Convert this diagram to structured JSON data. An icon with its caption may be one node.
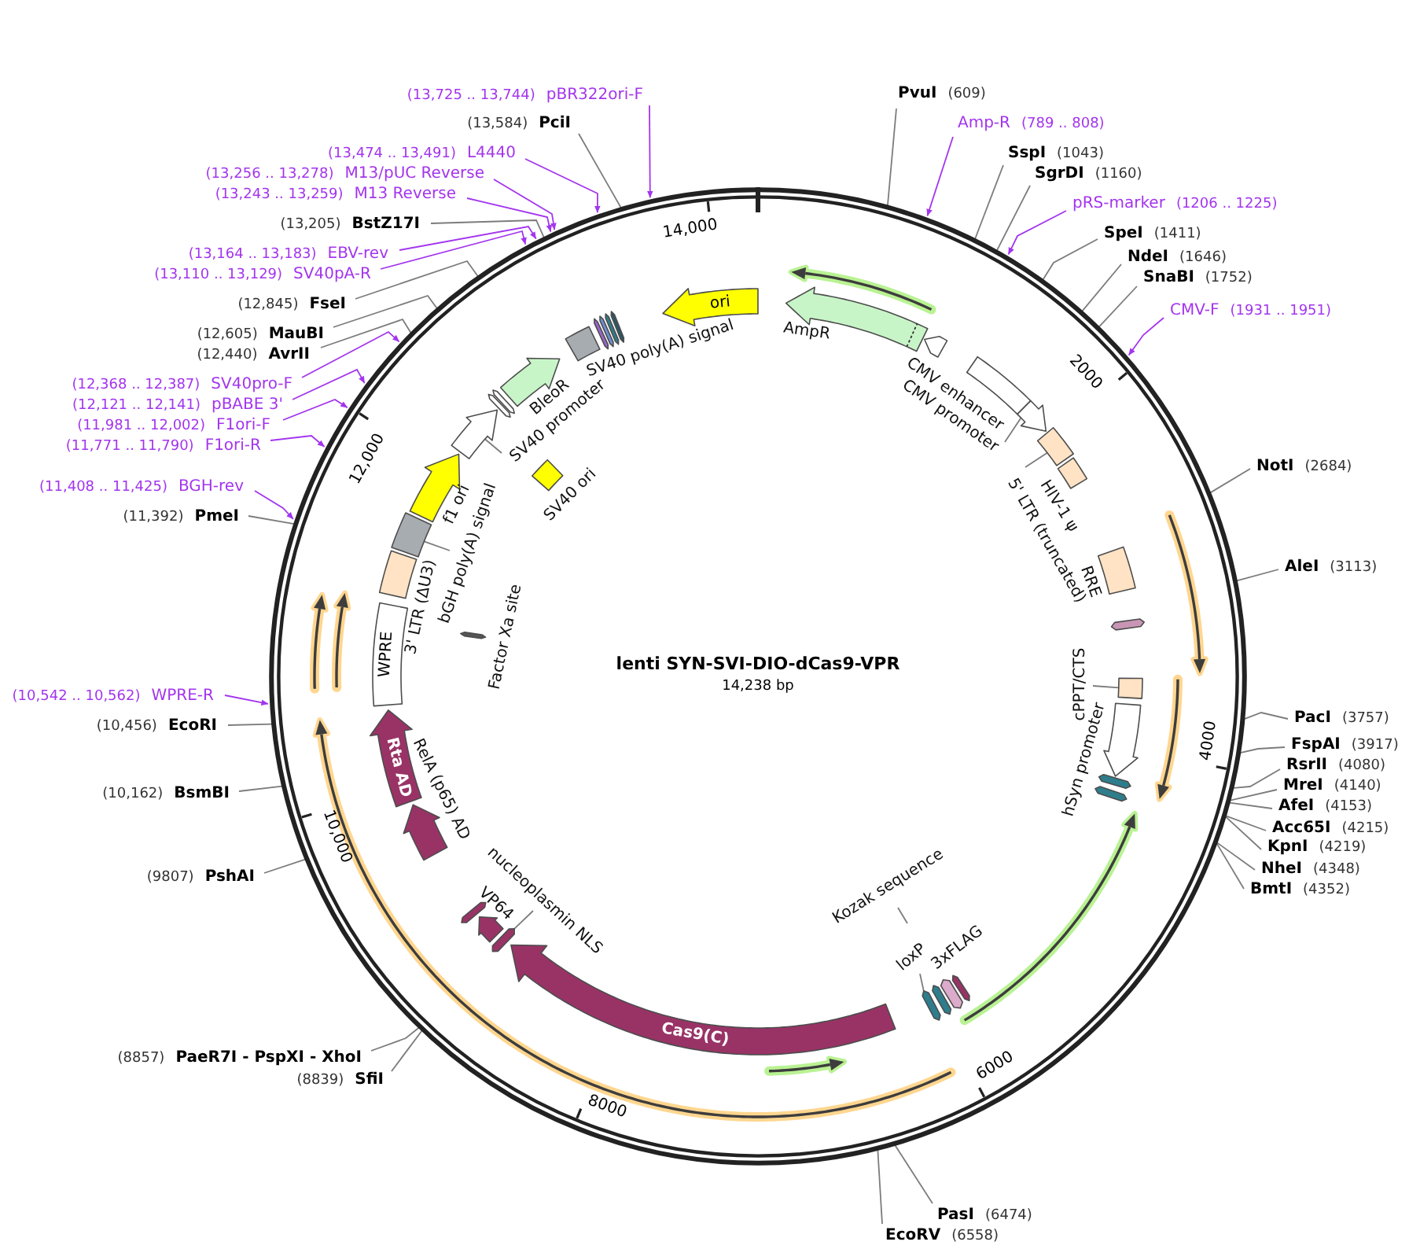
{
  "diagram": {
    "nodes": [
      {
        "text": [
          "lenti SYN-SVI-DIO-dCas9-VPR",
          "14,238 bp"
        ]
      },
      {
        "text": [
          "(13,725 .. 13,744)",
          "pBR322ori-F"
        ]
      },
      {
        "text": [
          "(13,584)",
          "PciI"
        ]
      },
      {
        "text": [
          "(13,474 .. 13,491)",
          "L4440"
        ]
      },
      {
        "text": [
          "(13,256 .. 13,278)",
          "M13/pUC Reverse"
        ]
      },
      {
        "text": [
          "(13,243 .. 13,259)",
          "M13 Reverse"
        ]
      },
      {
        "text": [
          "(13,205)",
          "BstZ17I"
        ]
      },
      {
        "text": [
          "(13,164 .. 13,183)",
          "EBV-rev"
        ]
      },
      {
        "text": [
          "(13,110 .. 13,129)",
          "SV40pA-R"
        ]
      },
      {
        "text": [
          "(12,845)",
          "FseI"
        ]
      },
      {
        "text": [
          "(12,605)",
          "MauBI"
        ]
      },
      {
        "text": [
          "(12,440)",
          "AvrII"
        ]
      },
      {
        "text": [
          "(12,368 .. 12,387)",
          "SV40pro-F"
        ]
      },
      {
        "text": [
          "(12,121 .. 12,141)",
          "pBABE 3'"
        ]
      },
      {
        "text": [
          "(11,981 .. 12,002)",
          "F1ori-F"
        ]
      },
      {
        "text": [
          "(11,771 .. 11,790)",
          "F1ori-R"
        ]
      },
      {
        "text": [
          "(11,408 .. 11,425)",
          "BGH-rev"
        ]
      },
      {
        "text": [
          "(11,392)",
          "PmeI"
        ]
      },
      {
        "text": [
          "(10,542 .. 10,562)",
          "WPRE-R"
        ]
      },
      {
        "text": [
          "(10,456)",
          "EcoRI"
        ]
      },
      {
        "text": [
          "(10,162)",
          "BsmBI"
        ]
      },
      {
        "text": [
          "(9807)",
          "PshAI"
        ]
      },
      {
        "text": [
          "(8857)",
          "PaeR7I - PspXI - XhoI"
        ]
      },
      {
        "text": [
          "(8839)",
          "SfiI"
        ]
      },
      {
        "text": [
          "PvuI",
          "(609)"
        ]
      },
      {
        "text": [
          "Amp-R",
          "(789 .. 808)"
        ]
      },
      {
        "text": [
          "SspI",
          "(1043)"
        ]
      },
      {
        "text": [
          "SgrDI",
          "(1160)"
        ]
      },
      {
        "text": [
          "pRS-marker",
          "(1206 .. 1225)"
        ]
      },
      {
        "text": [
          "SpeI",
          "(1411)"
        ]
      },
      {
        "text": [
          "NdeI",
          "(1646)"
        ]
      },
      {
        "text": [
          "SnaBI",
          "(1752)"
        ]
      },
      {
        "text": [
          "CMV-F",
          "(1931 .. 1951)"
        ]
      },
      {
        "text": [
          "NotI",
          "(2684)"
        ]
      },
      {
        "text": [
          "AleI",
          "(3113)"
        ]
      },
      {
        "text": [
          "PacI",
          "(3757)"
        ]
      },
      {
        "text": [
          "FspAI",
          "(3917)"
        ]
      },
      {
        "text": [
          "RsrII",
          "(4080)"
        ]
      },
      {
        "text": [
          "MreI",
          "(4140)"
        ]
      },
      {
        "text": [
          "AfeI",
          "(4153)"
        ]
      },
      {
        "text": [
          "Acc65I",
          "(4215)"
        ]
      },
      {
        "text": [
          "KpnI",
          "(4219)"
        ]
      },
      {
        "text": [
          "NheI",
          "(4348)"
        ]
      },
      {
        "text": [
          "BmtI",
          "(4352)"
        ]
      },
      {
        "text": [
          "PasI",
          "(6474)"
        ]
      },
      {
        "text": [
          "EcoRV",
          "(6558)"
        ]
      },
      {
        "text": [
          "ori"
        ],
        "in": 0
      },
      {
        "text": [],
        "shape": "arrow",
        "beside": [
          "AmpR"
        ],
        "in": 0
      },
      {
        "text": [],
        "shape": "arrow",
        "in": 0
      },
      {
        "text": [],
        "shape": "box",
        "beside": [
          "CMV enhancer"
        ],
        "in": 0
      },
      {
        "text": [
          "CMV promoter"
        ],
        "in": 0
      },
      {
        "text": [],
        "shape": "arrow",
        "in": 0
      },
      {
        "text": [
          "5' LTR (truncated)"
        ],
        "in": 0
      },
      {
        "text": [],
        "shape": "box",
        "in": 0
      },
      {
        "text": [],
        "shape": "box",
        "beside": [
          "HIV-1 ψ"
        ],
        "in": 0
      },
      {
        "text": [],
        "shape": "box",
        "beside": [
          "RRE"
        ],
        "in": 0
      },
      {
        "text": [],
        "shape": "bar",
        "in": 0
      },
      {
        "text": [
          "cPPT/CTS"
        ],
        "in": 0
      },
      {
        "text": [],
        "shape": "box",
        "in": 0
      },
      {
        "text": [],
        "shape": "arrow",
        "beside": [
          "hSyn promoter"
        ],
        "in": 0
      },
      {
        "text": [],
        "shape": "bar",
        "in": 0
      },
      {
        "text": [],
        "shape": "bar",
        "in": 0
      },
      {
        "text": [
          "Kozak sequence"
        ],
        "in": 0
      },
      {
        "text": [
          "loxP"
        ],
        "in": 0
      },
      {
        "text": [],
        "shape": "bar",
        "in": 0
      },
      {
        "text": [],
        "shape": "bar",
        "in": 0
      },
      {
        "text": [],
        "shape": "bar",
        "beside": [
          "3xFLAG"
        ],
        "in": 0
      },
      {
        "text": [],
        "shape": "bar",
        "in": 0
      },
      {
        "text": [
          "Cas9(C)"
        ],
        "in": 0
      },
      {
        "text": [
          "nucleoplasmin NLS"
        ],
        "in": 0
      },
      {
        "text": [],
        "shape": "bar",
        "in": 0
      },
      {
        "text": [],
        "shape": "arrow",
        "beside": [
          "VP64"
        ],
        "in": 0
      },
      {
        "text": [],
        "shape": "bar",
        "in": 0
      },
      {
        "text": [],
        "shape": "arrow",
        "beside": [
          "RelA (p65) AD"
        ],
        "in": 0
      },
      {
        "text": [
          "Rta AD"
        ],
        "in": 0
      },
      {
        "text": [
          "WPRE"
        ],
        "in": 0
      },
      {
        "text": [],
        "shape": "box",
        "beside": [
          "3' LTR (ΔU3)"
        ],
        "in": 0
      },
      {
        "text": [
          "bGH poly(A) signal"
        ],
        "in": 0
      },
      {
        "text": [],
        "shape": "box",
        "in": 0
      },
      {
        "text": [],
        "shape": "arrow",
        "beside": [
          "f1 ori"
        ],
        "in": 0
      },
      {
        "text": [
          "SV40 promoter"
        ],
        "in": 0
      },
      {
        "text": [],
        "shape": "arrow",
        "in": 0
      },
      {
        "text": [],
        "shape": "bar",
        "in": 0
      },
      {
        "text": [],
        "shape": "arrow",
        "beside": [
          "BleoR"
        ],
        "in": 0
      },
      {
        "text": [],
        "shape": "box",
        "beside": [
          "SV40 poly(A) signal"
        ],
        "in": 0
      },
      {
        "text": [],
        "shape": "bar",
        "in": 0
      },
      {
        "text": [],
        "shape": "box",
        "beside": [
          "SV40 ori"
        ],
        "in": 0
      },
      {
        "text": [],
        "shape": "bar",
        "beside": [
          "Factor Xa site"
        ],
        "in": 0
      }
    ],
    "edges": [
      {
        "from": 1,
        "to": 0,
        "arrow": "to",
        "color": "#a335ee"
      },
      {
        "from": 2,
        "to": 0,
        "arrow": "none"
      },
      {
        "from": 3,
        "to": 0,
        "arrow": "to",
        "color": "#a335ee"
      },
      {
        "from": 4,
        "to": 0,
        "arrow": "to",
        "color": "#a335ee"
      },
      {
        "from": 5,
        "to": 0,
        "arrow": "to",
        "color": "#a335ee"
      },
      {
        "from": 6,
        "to": 0,
        "arrow": "none"
      },
      {
        "from": 7,
        "to": 0,
        "arrow": "to",
        "color": "#a335ee"
      },
      {
        "from": 8,
        "to": 0,
        "arrow": "to",
        "color": "#a335ee"
      },
      {
        "from": 9,
        "to": 0,
        "arrow": "none"
      },
      {
        "from": 10,
        "to": 0,
        "arrow": "none"
      },
      {
        "from": 11,
        "to": 0,
        "arrow": "none"
      },
      {
        "from": 12,
        "to": 0,
        "arrow": "to",
        "color": "#a335ee"
      },
      {
        "from": 13,
        "to": 0,
        "arrow": "to",
        "color": "#a335ee"
      },
      {
        "from": 14,
        "to": 0,
        "arrow": "to",
        "color": "#a335ee"
      },
      {
        "from": 15,
        "to": 0,
        "arrow": "to",
        "color": "#a335ee"
      },
      {
        "from": 16,
        "to": 0,
        "arrow": "to",
        "color": "#a335ee"
      },
      {
        "from": 17,
        "to": 0,
        "arrow": "none"
      },
      {
        "from": 18,
        "to": 0,
        "arrow": "to",
        "color": "#a335ee"
      },
      {
        "from": 19,
        "to": 0,
        "arrow": "none"
      },
      {
        "from": 20,
        "to": 0,
        "arrow": "none"
      },
      {
        "from": 21,
        "to": 0,
        "arrow": "none"
      },
      {
        "from": 22,
        "to": 0,
        "arrow": "none"
      },
      {
        "from": 23,
        "to": 0,
        "arrow": "none"
      },
      {
        "from": 24,
        "to": 0,
        "arrow": "none"
      },
      {
        "from": 25,
        "to": 0,
        "arrow": "to",
        "color": "#a335ee"
      },
      {
        "from": 26,
        "to": 0,
        "arrow": "none"
      },
      {
        "from": 27,
        "to": 0,
        "arrow": "none"
      },
      {
        "from": 28,
        "to": 0,
        "arrow": "to",
        "color": "#a335ee"
      },
      {
        "from": 29,
        "to": 0,
        "arrow": "none"
      },
      {
        "from": 30,
        "to": 0,
        "arrow": "none"
      },
      {
        "from": 31,
        "to": 0,
        "arrow": "none"
      },
      {
        "from": 32,
        "to": 0,
        "arrow": "to",
        "color": "#a335ee"
      },
      {
        "from": 33,
        "to": 0,
        "arrow": "none"
      },
      {
        "from": 34,
        "to": 0,
        "arrow": "none"
      },
      {
        "from": 35,
        "to": 0,
        "arrow": "none"
      },
      {
        "from": 36,
        "to": 0,
        "arrow": "none"
      },
      {
        "from": 37,
        "to": 0,
        "arrow": "none"
      },
      {
        "from": 38,
        "to": 0,
        "arrow": "none"
      },
      {
        "from": 39,
        "to": 0,
        "arrow": "none"
      },
      {
        "from": 40,
        "to": 0,
        "arrow": "none"
      },
      {
        "from": 41,
        "to": 0,
        "arrow": "none"
      },
      {
        "from": 42,
        "to": 0,
        "arrow": "none"
      },
      {
        "from": 43,
        "to": 0,
        "arrow": "none"
      },
      {
        "from": 44,
        "to": 0,
        "arrow": "none"
      },
      {
        "from": 45,
        "to": 0,
        "arrow": "none"
      },
      {
        "from": 50,
        "to": 51,
        "arrow": "none"
      },
      {
        "from": 52,
        "to": 53,
        "arrow": "none"
      },
      {
        "from": 57,
        "to": 58,
        "arrow": "none"
      },
      {
        "from": 62,
        "to": null,
        "arrow": "none"
      },
      {
        "from": 63,
        "to": 64,
        "arrow": "none"
      },
      {
        "from": 69,
        "to": 70,
        "arrow": "none"
      },
      {
        "from": 77,
        "to": 78,
        "arrow": "none"
      },
      {
        "from": 80,
        "to": 81,
        "arrow": "none"
      }
    ],
    "labels": [
      "14,000",
      "2000",
      "12,000",
      "4000",
      "10,000",
      "6000",
      "8000"
    ]
  }
}
